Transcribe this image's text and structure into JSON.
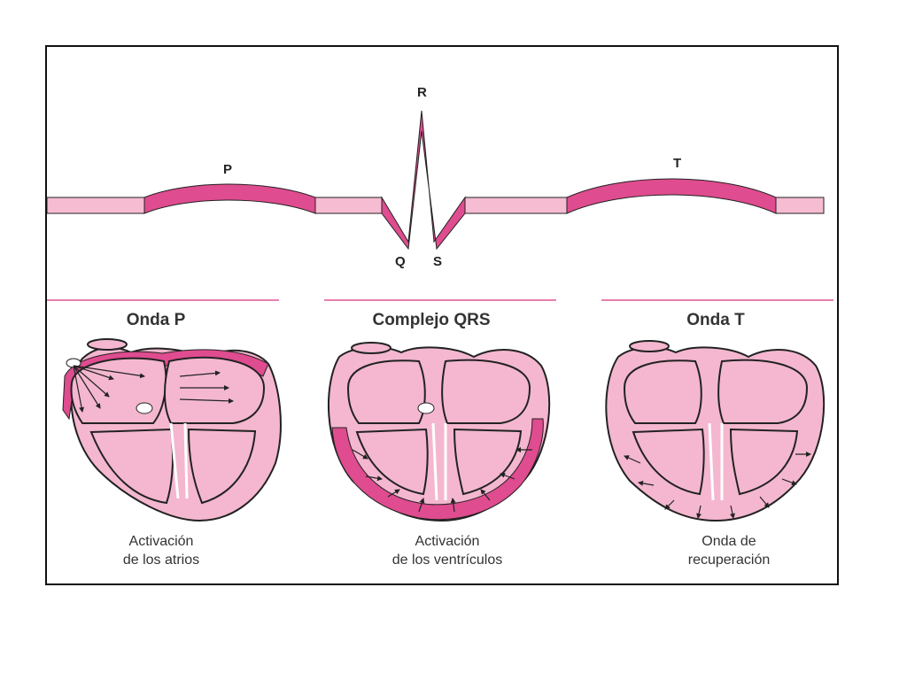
{
  "colors": {
    "light_pink": "#f6bcd2",
    "dark_pink": "#df4c8f",
    "heart_fill": "#f4b7cf",
    "outline": "#222222",
    "divider": "#e87fae"
  },
  "waveform": {
    "labels": {
      "p": "P",
      "r": "R",
      "q": "Q",
      "s": "S",
      "t": "T"
    }
  },
  "sections": [
    {
      "title": "Onda P",
      "caption_line1": "Activación",
      "caption_line2": "de los atrios"
    },
    {
      "title": "Complejo QRS",
      "caption_line1": "Activación",
      "caption_line2": "de los ventrículos"
    },
    {
      "title": "Onda T",
      "caption_line1": "Onda de",
      "caption_line2": "recuperación"
    }
  ]
}
